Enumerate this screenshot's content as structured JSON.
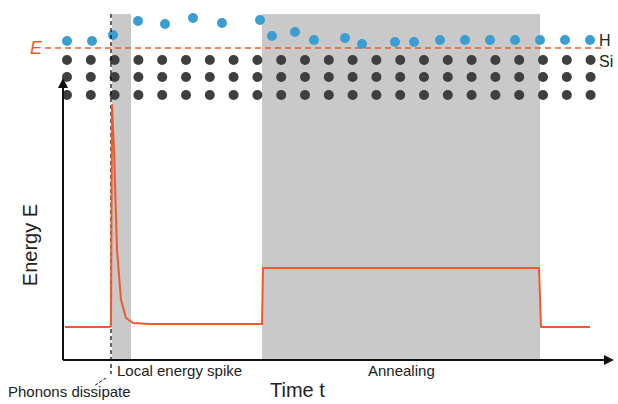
{
  "diagram": {
    "labels": [
      "E",
      "H",
      "Si",
      "Energy E",
      "Time t",
      "Local energy spike",
      "Annealing",
      "Phonons dissipate"
    ]
  }
}
